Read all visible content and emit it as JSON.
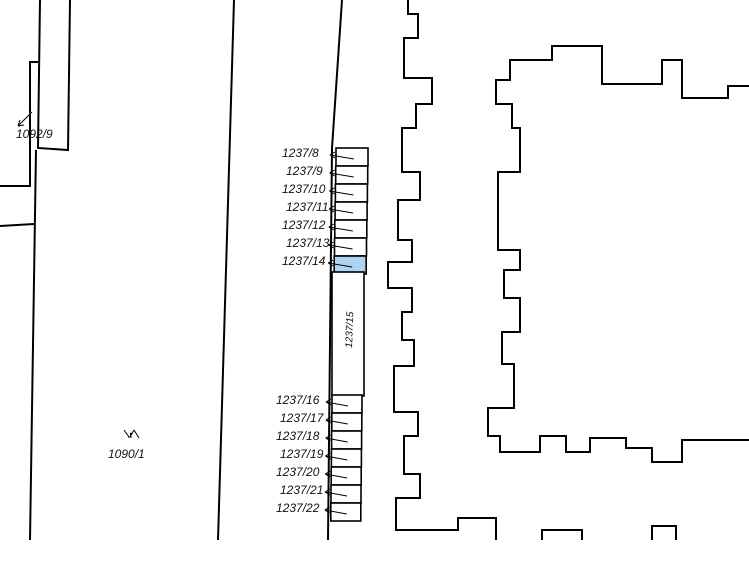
{
  "labels": {
    "p1092_9": "1092/9",
    "p1090_1": "1090/1",
    "p1237_15": "1237/15"
  },
  "parcels_upper": [
    {
      "id": "1237/8",
      "label": "1237/8"
    },
    {
      "id": "1237/9",
      "label": "1237/9"
    },
    {
      "id": "1237/10",
      "label": "1237/10"
    },
    {
      "id": "1237/11",
      "label": "1237/11"
    },
    {
      "id": "1237/12",
      "label": "1237/12"
    },
    {
      "id": "1237/13",
      "label": "1237/13"
    },
    {
      "id": "1237/14",
      "label": "1237/14",
      "selected": true
    }
  ],
  "parcels_lower": [
    {
      "id": "1237/16",
      "label": "1237/16"
    },
    {
      "id": "1237/17",
      "label": "1237/17"
    },
    {
      "id": "1237/18",
      "label": "1237/18"
    },
    {
      "id": "1237/19",
      "label": "1237/19"
    },
    {
      "id": "1237/20",
      "label": "1237/20"
    },
    {
      "id": "1237/21",
      "label": "1237/21"
    },
    {
      "id": "1237/22",
      "label": "1237/22"
    }
  ],
  "colors": {
    "selected_fill": "#aed4f3",
    "line": "#000000",
    "background": "#ffffff"
  },
  "symbols": {
    "marker_1090_1": "survey-point-symbol"
  }
}
